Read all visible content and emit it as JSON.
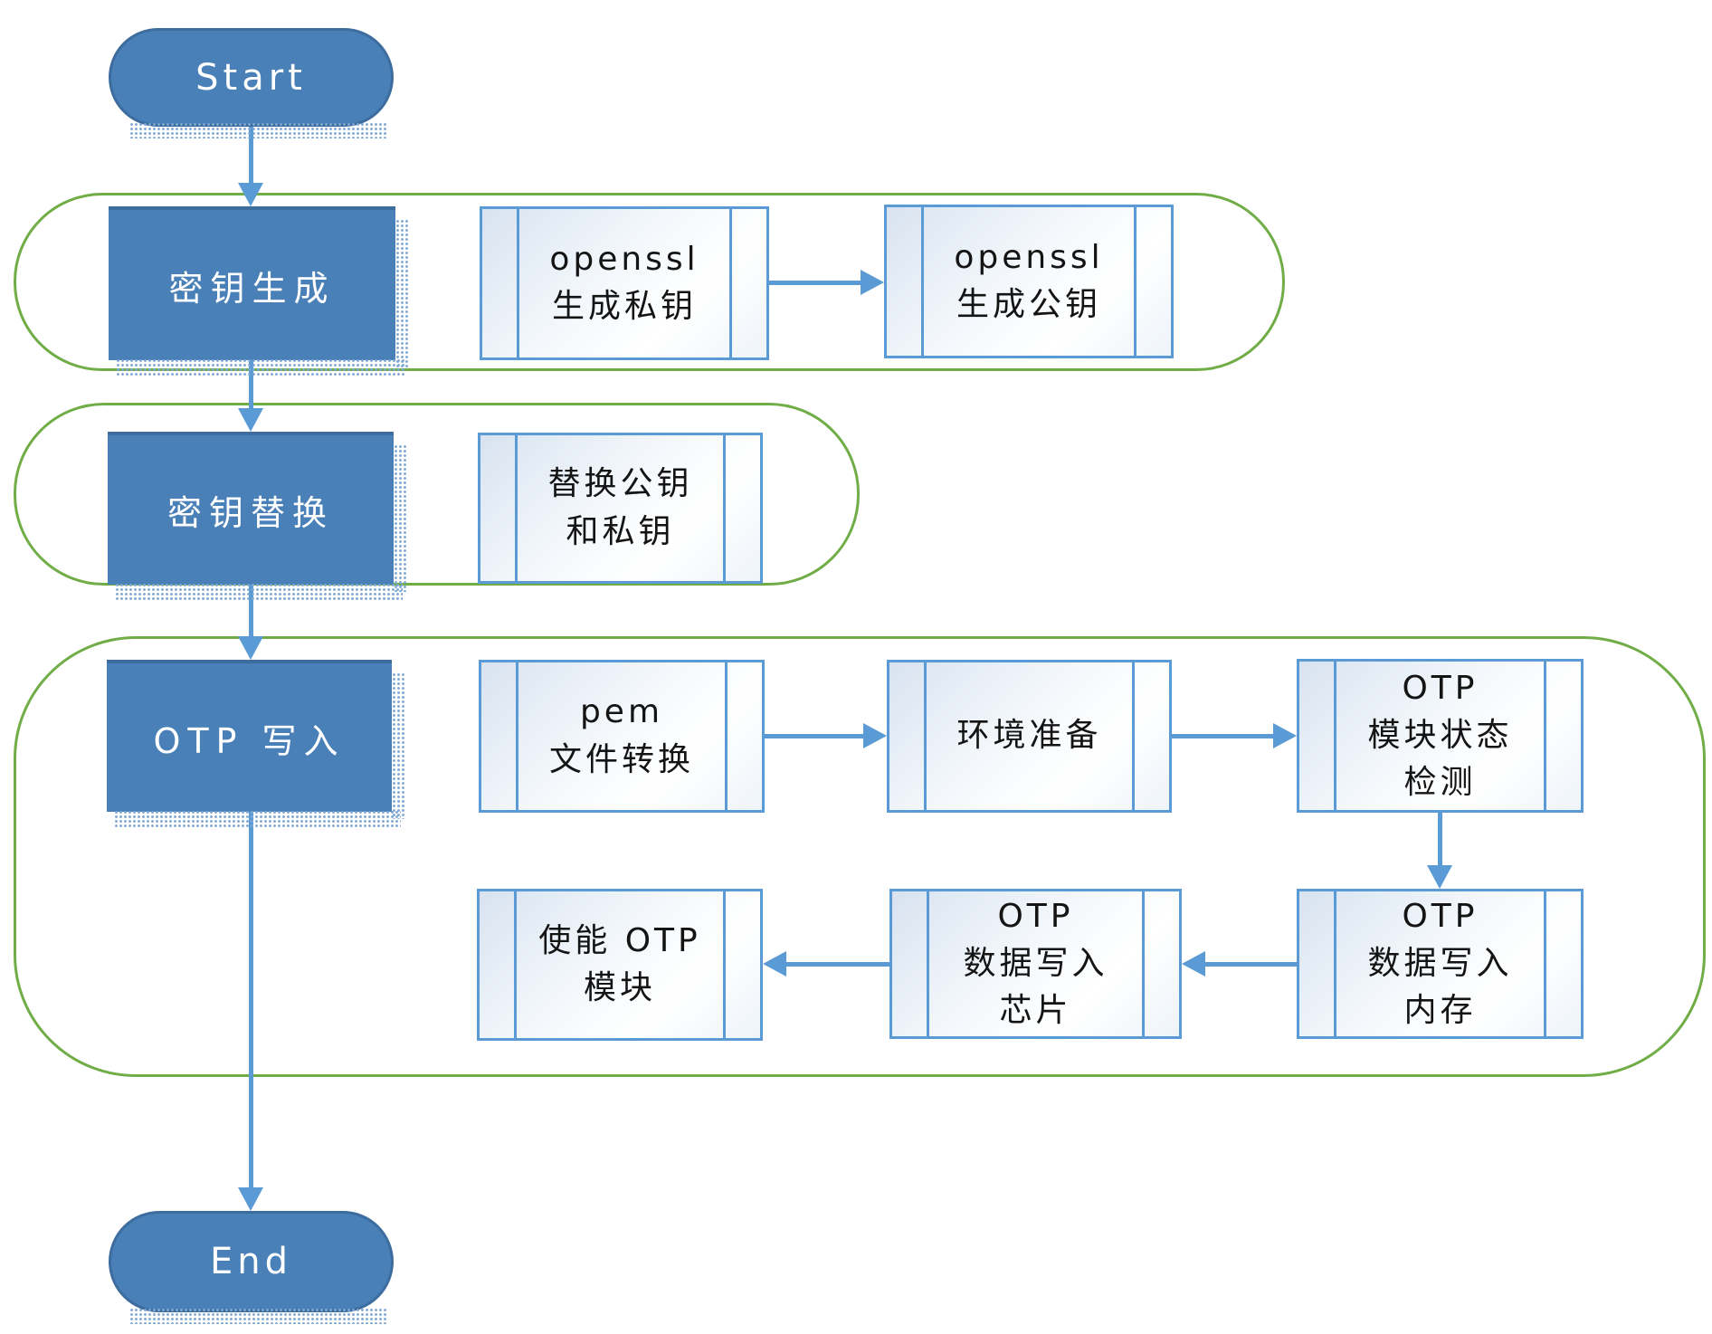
{
  "diagram": {
    "start": {
      "label": "Start"
    },
    "end": {
      "label": "End"
    },
    "lanes": [
      {
        "title": "密钥生成",
        "steps": [
          {
            "label": "openssl\n生成私钥"
          },
          {
            "label": "openssl\n生成公钥"
          }
        ]
      },
      {
        "title": "密钥替换",
        "steps": [
          {
            "label": "替换公钥\n和私钥"
          }
        ]
      },
      {
        "title": "OTP 写入",
        "steps": [
          {
            "label": "pem\n文件转换"
          },
          {
            "label": "环境准备"
          },
          {
            "label": "OTP\n模块状态\n检测"
          },
          {
            "label": "OTP\n数据写入\n内存"
          },
          {
            "label": "OTP\n数据写入\n芯片"
          },
          {
            "label": "使能 OTP\n模块"
          }
        ]
      }
    ],
    "colors": {
      "node_fill": "#4A80B8",
      "node_border": "#3D6C9E",
      "subprocess_border": "#5B9BD5",
      "lane_border": "#70AD47",
      "connector": "#5B9BD5"
    }
  }
}
